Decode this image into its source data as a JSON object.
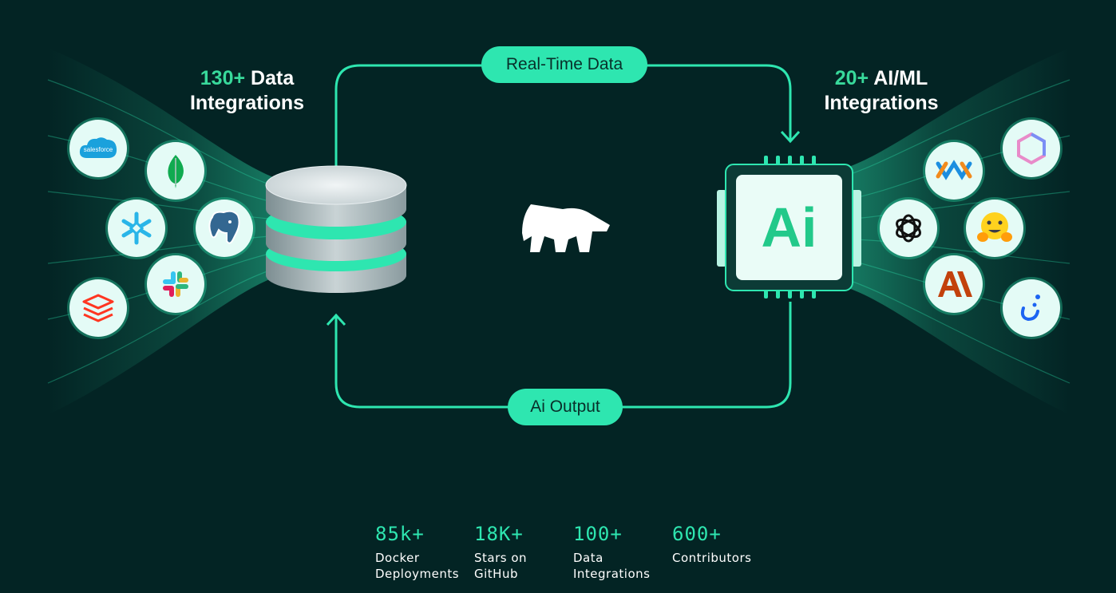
{
  "left_heading": {
    "accent": "130+",
    "rest": "Data",
    "line2": "Integrations"
  },
  "right_heading": {
    "accent": "20+",
    "rest": "AI/ML",
    "line2": "Integrations"
  },
  "top_pill": "Real-Time Data",
  "bottom_pill": "Ai Output",
  "chip_label": "Ai",
  "salesforce_text": "salesforce",
  "left_logos": [
    "salesforce-icon",
    "mongodb-icon",
    "snowflake-icon",
    "postgresql-icon",
    "slack-icon",
    "databricks-icon"
  ],
  "right_logos": [
    "langchain-icon",
    "openai-icon",
    "anthropic-icon",
    "hexagon-icon",
    "huggingface-icon",
    "pinecone-icon"
  ],
  "colors": {
    "background": "#032424",
    "accent": "#2ee6b0",
    "heading_accent": "#38d99b"
  },
  "stats": [
    {
      "value": "85k+",
      "label": "Docker\nDeployments"
    },
    {
      "value": "18K+",
      "label": "Stars on\nGitHub"
    },
    {
      "value": "100+",
      "label": "Data\nIntegrations"
    },
    {
      "value": "600+",
      "label": "Contributors"
    }
  ]
}
